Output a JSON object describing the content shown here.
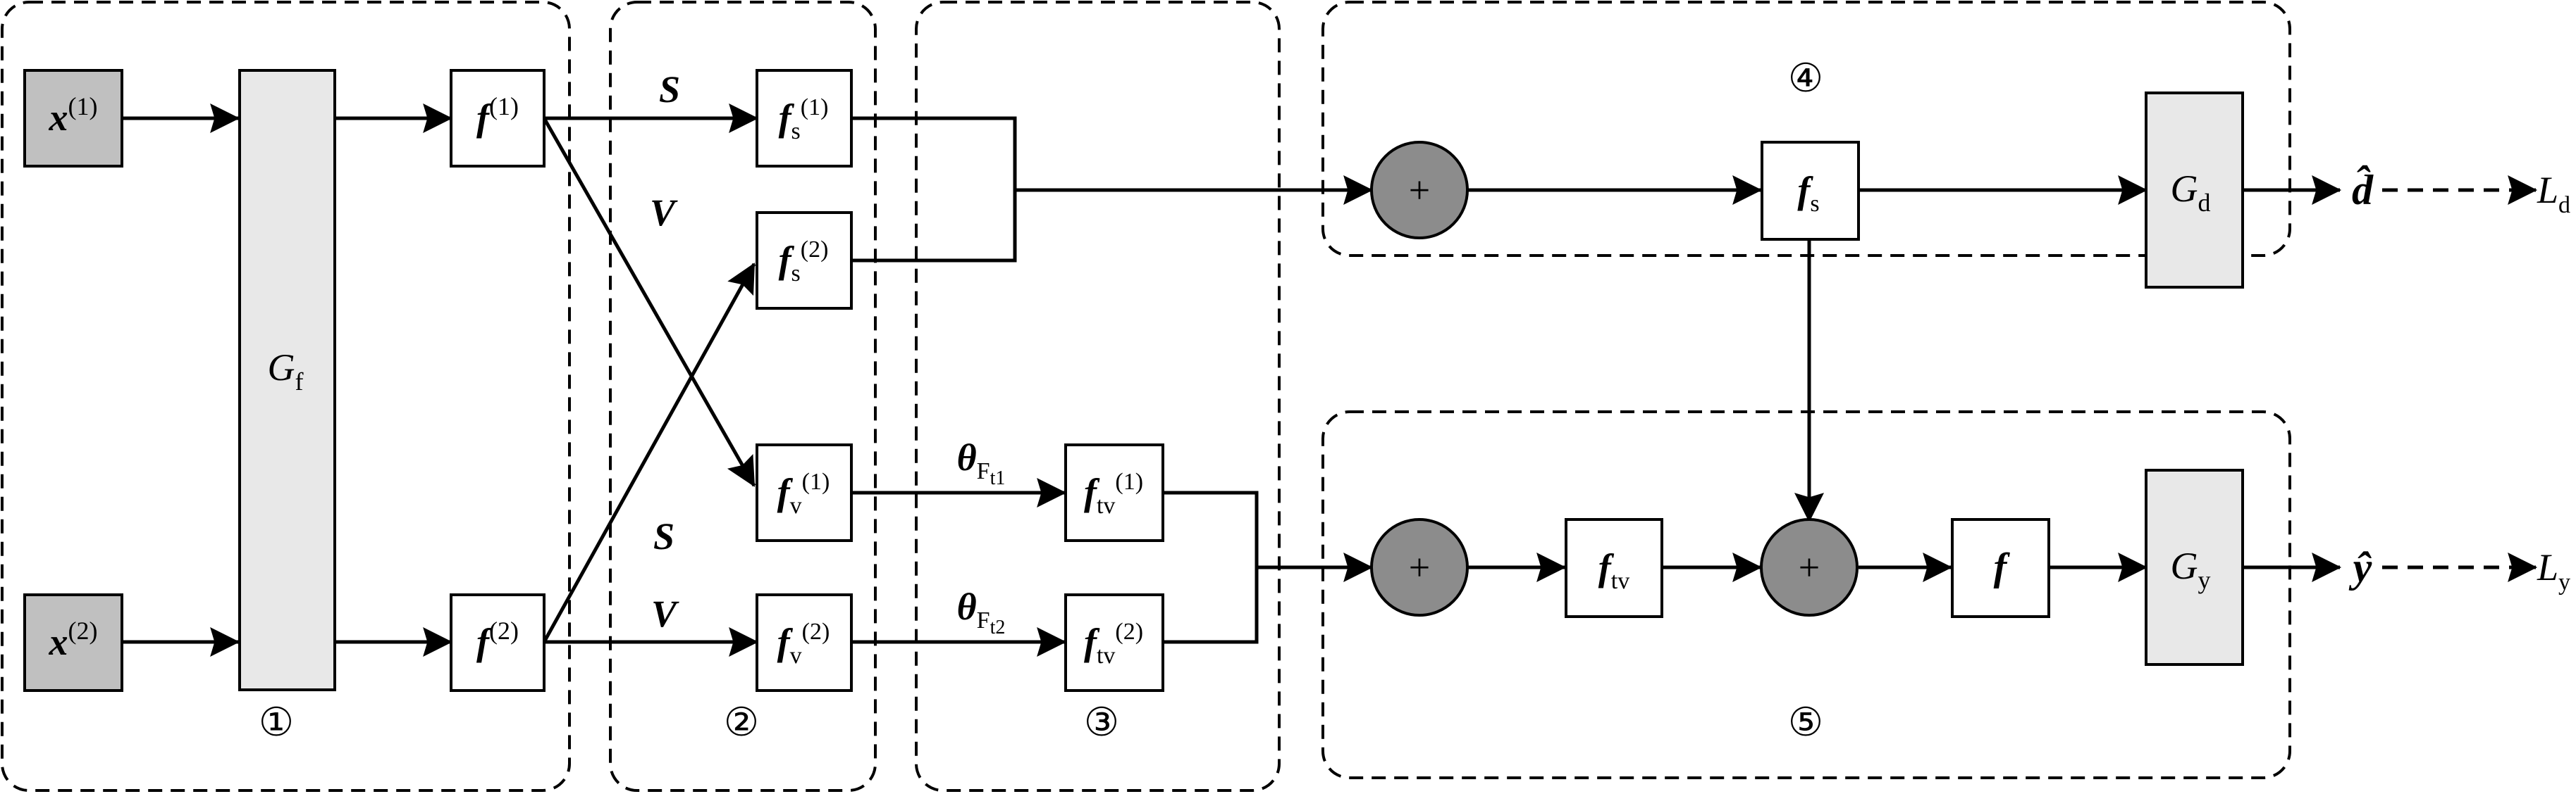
{
  "colors": {
    "stroke": "#000000",
    "input_fill": "#c0c0c0",
    "generator_fill": "#e8e8e8",
    "plus_fill": "#8c8c8c",
    "box_fill": "#ffffff"
  },
  "groups": {
    "g1": "①",
    "g2": "②",
    "g3": "③",
    "g4": "④",
    "g5": "⑤"
  },
  "inputs": {
    "x1": {
      "base": "x",
      "sup": "(1)"
    },
    "x2": {
      "base": "x",
      "sup": "(2)"
    }
  },
  "generators": {
    "gf": {
      "base": "G",
      "sub": "f"
    },
    "gd": {
      "base": "G",
      "sub": "d"
    },
    "gy": {
      "base": "G",
      "sub": "y"
    }
  },
  "features": {
    "f1": {
      "base": "f",
      "sup": "(1)"
    },
    "f2": {
      "base": "f",
      "sup": "(2)"
    },
    "fs1": {
      "base": "f",
      "sub": "s",
      "sup": "(1)"
    },
    "fs2": {
      "base": "f",
      "sub": "s",
      "sup": "(2)"
    },
    "fv1": {
      "base": "f",
      "sub": "v",
      "sup": "(1)"
    },
    "fv2": {
      "base": "f",
      "sub": "v",
      "sup": "(2)"
    },
    "ftv1": {
      "base": "f",
      "sub1": "t",
      "sub2": "v",
      "sup": "(1)"
    },
    "ftv2": {
      "base": "f",
      "sub1": "t",
      "sub2": "v",
      "sup": "(2)"
    },
    "fs": {
      "base": "f",
      "sub": "s"
    },
    "ftv": {
      "base": "f",
      "sub1": "t",
      "sub2": "v"
    },
    "f": {
      "base": "f"
    }
  },
  "edge_labels": {
    "s_top": "S",
    "v_top": "V",
    "s_bottom": "S",
    "v_bottom": "V",
    "theta1": {
      "base": "θ",
      "sub1": "F",
      "sub2": "t",
      "sub3": "1"
    },
    "theta2": {
      "base": "θ",
      "sub1": "F",
      "sub2": "t",
      "sub3": "2"
    }
  },
  "operators": {
    "plus": "+"
  },
  "outputs": {
    "d_hat": "d̂",
    "y_hat": "ŷ",
    "loss_d": {
      "base": "L",
      "sub": "d"
    },
    "loss_y": {
      "base": "L",
      "sub": "y"
    }
  }
}
